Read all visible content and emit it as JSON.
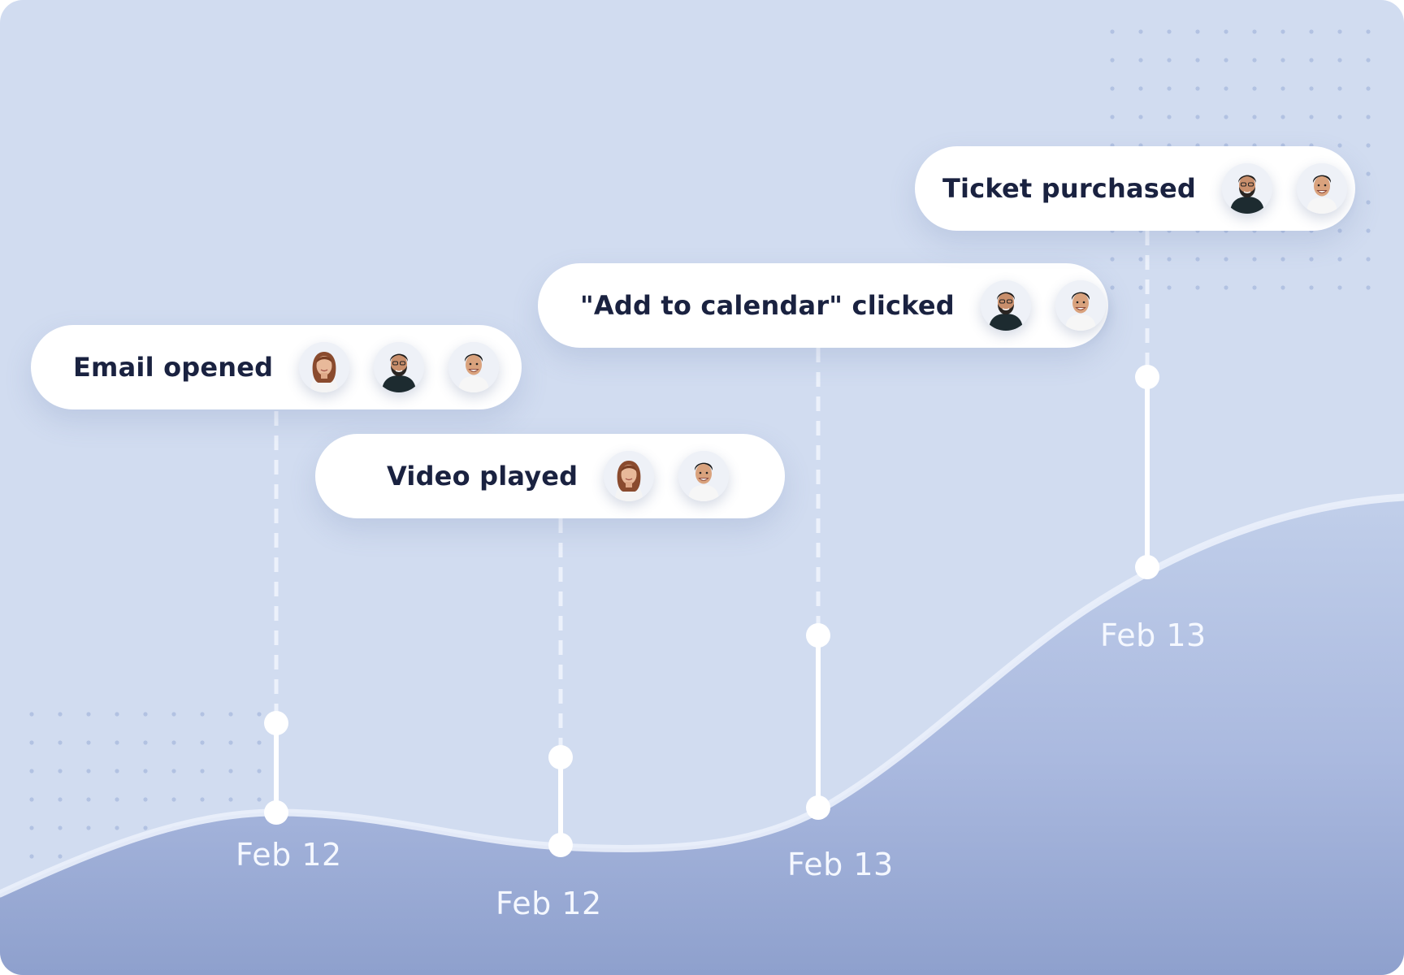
{
  "events": [
    {
      "label": "Email opened",
      "avatars": [
        "avatar-woman-icon",
        "avatar-bearded-man-icon",
        "avatar-smiling-man-icon"
      ]
    },
    {
      "label": "Video played",
      "avatars": [
        "avatar-woman-icon",
        "avatar-smiling-man-icon"
      ]
    },
    {
      "label": "\"Add to calendar\" clicked",
      "avatars": [
        "avatar-bearded-man-icon",
        "avatar-smiling-man-icon"
      ]
    },
    {
      "label": "Ticket purchased",
      "avatars": [
        "avatar-bearded-man-icon",
        "avatar-smiling-man-icon"
      ]
    }
  ],
  "dates": [
    "Feb 12",
    "Feb 12",
    "Feb 13",
    "Feb 13"
  ],
  "colors": {
    "background": "#d1dcf0",
    "area_top": "#b7c6e6",
    "area_bottom": "#91a3cf",
    "pill": "#ffffff",
    "text_dark": "#1a2240",
    "date_text": "#f5f8ff"
  }
}
